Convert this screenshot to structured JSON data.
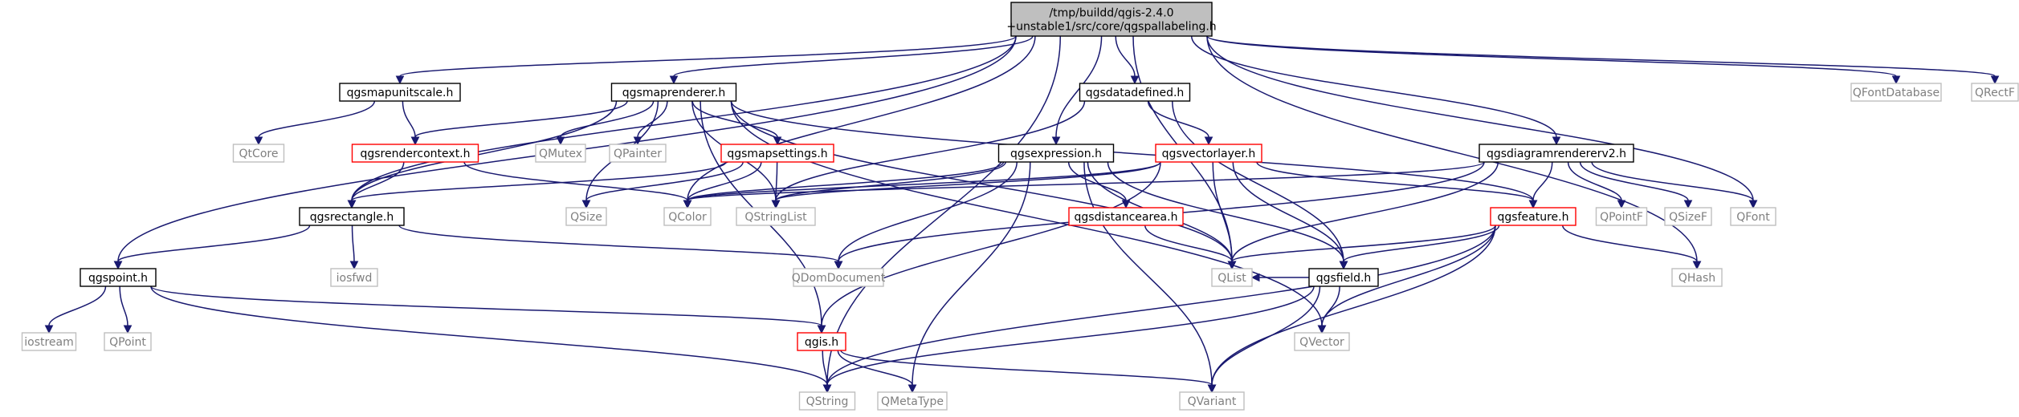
{
  "diagram": {
    "colors": {
      "edge": "#191970",
      "root_fill": "#bfbfbf",
      "documented_border": "#000000",
      "external_border": "#bfbfbf",
      "external_text": "#7f7f7f",
      "missing_border": "#ff0000"
    },
    "nodes": [
      {
        "id": "root",
        "lines": [
          "/tmp/buildd/qgis-2.4.0",
          "+unstable1/src/core/qgspallabeling.h"
        ],
        "kind": "root"
      },
      {
        "id": "qgsmapunitscale",
        "lines": [
          "qgsmapunitscale.h"
        ],
        "kind": "documented"
      },
      {
        "id": "qgsmaprenderer",
        "lines": [
          "qgsmaprenderer.h"
        ],
        "kind": "documented"
      },
      {
        "id": "qgsdatadefined",
        "lines": [
          "qgsdatadefined.h"
        ],
        "kind": "documented"
      },
      {
        "id": "qfontdatabase",
        "lines": [
          "QFontDatabase"
        ],
        "kind": "external"
      },
      {
        "id": "qrectf",
        "lines": [
          "QRectF"
        ],
        "kind": "external"
      },
      {
        "id": "qtcore",
        "lines": [
          "QtCore"
        ],
        "kind": "external"
      },
      {
        "id": "qgsrendercontext",
        "lines": [
          "qgsrendercontext.h"
        ],
        "kind": "missing"
      },
      {
        "id": "qmutex",
        "lines": [
          "QMutex"
        ],
        "kind": "external"
      },
      {
        "id": "qpainter",
        "lines": [
          "QPainter"
        ],
        "kind": "external"
      },
      {
        "id": "qgsmapsettings",
        "lines": [
          "qgsmapsettings.h"
        ],
        "kind": "missing"
      },
      {
        "id": "qgsexpression",
        "lines": [
          "qgsexpression.h"
        ],
        "kind": "documented"
      },
      {
        "id": "qgsvectorlayer",
        "lines": [
          "qgsvectorlayer.h"
        ],
        "kind": "missing"
      },
      {
        "id": "qgsdiagramrendererv2",
        "lines": [
          "qgsdiagramrendererv2.h"
        ],
        "kind": "documented"
      },
      {
        "id": "qgsrectangle",
        "lines": [
          "qgsrectangle.h"
        ],
        "kind": "documented"
      },
      {
        "id": "qsize",
        "lines": [
          "QSize"
        ],
        "kind": "external"
      },
      {
        "id": "qcolor",
        "lines": [
          "QColor"
        ],
        "kind": "external"
      },
      {
        "id": "qstringlist",
        "lines": [
          "QStringList"
        ],
        "kind": "external"
      },
      {
        "id": "qgsdistancearea",
        "lines": [
          "qgsdistancearea.h"
        ],
        "kind": "missing"
      },
      {
        "id": "qgsfeature",
        "lines": [
          "qgsfeature.h"
        ],
        "kind": "missing"
      },
      {
        "id": "qpointf",
        "lines": [
          "QPointF"
        ],
        "kind": "external"
      },
      {
        "id": "qsizef",
        "lines": [
          "QSizeF"
        ],
        "kind": "external"
      },
      {
        "id": "qfont",
        "lines": [
          "QFont"
        ],
        "kind": "external"
      },
      {
        "id": "qgspoint",
        "lines": [
          "qgspoint.h"
        ],
        "kind": "documented"
      },
      {
        "id": "iosfwd",
        "lines": [
          "iosfwd"
        ],
        "kind": "external"
      },
      {
        "id": "qdomdocument",
        "lines": [
          "QDomDocument"
        ],
        "kind": "external"
      },
      {
        "id": "qlist",
        "lines": [
          "QList"
        ],
        "kind": "external"
      },
      {
        "id": "qgsfield",
        "lines": [
          "qgsfield.h"
        ],
        "kind": "documented"
      },
      {
        "id": "qhash",
        "lines": [
          "QHash"
        ],
        "kind": "external"
      },
      {
        "id": "iostream",
        "lines": [
          "iostream"
        ],
        "kind": "external"
      },
      {
        "id": "qpoint",
        "lines": [
          "QPoint"
        ],
        "kind": "external"
      },
      {
        "id": "qgis",
        "lines": [
          "qgis.h"
        ],
        "kind": "missing"
      },
      {
        "id": "qvector",
        "lines": [
          "QVector"
        ],
        "kind": "external"
      },
      {
        "id": "qstring",
        "lines": [
          "QString"
        ],
        "kind": "external"
      },
      {
        "id": "qmetatype",
        "lines": [
          "QMetaType"
        ],
        "kind": "external"
      },
      {
        "id": "qvariant",
        "lines": [
          "QVariant"
        ],
        "kind": "external"
      }
    ],
    "edges": [
      [
        "root",
        "qgsmapunitscale"
      ],
      [
        "root",
        "qgsmaprenderer"
      ],
      [
        "root",
        "qgsdatadefined"
      ],
      [
        "root",
        "qfontdatabase"
      ],
      [
        "root",
        "qrectf"
      ],
      [
        "root",
        "qgsexpression"
      ],
      [
        "root",
        "qgsdiagramrendererv2"
      ],
      [
        "root",
        "qgsrectangle"
      ],
      [
        "root",
        "qgspoint"
      ],
      [
        "root",
        "qcolor"
      ],
      [
        "root",
        "qlist"
      ],
      [
        "root",
        "qfont"
      ],
      [
        "root",
        "qhash"
      ],
      [
        "root",
        "qstring"
      ],
      [
        "qgsmapunitscale",
        "qtcore"
      ],
      [
        "qgsmapunitscale",
        "qgsrendercontext"
      ],
      [
        "qgsmaprenderer",
        "qgsrendercontext"
      ],
      [
        "qgsmaprenderer",
        "qmutex"
      ],
      [
        "qgsmaprenderer",
        "qpainter"
      ],
      [
        "qgsmaprenderer",
        "qgsmapsettings"
      ],
      [
        "qgsmaprenderer",
        "qgsrectangle"
      ],
      [
        "qgsmaprenderer",
        "qsize"
      ],
      [
        "qgsmaprenderer",
        "qstringlist"
      ],
      [
        "qgsmaprenderer",
        "qgsfeature"
      ],
      [
        "qgsmaprenderer",
        "qgis"
      ],
      [
        "qgsmaprenderer",
        "qlist"
      ],
      [
        "qgsmaprenderer",
        "qvector"
      ],
      [
        "qgsdatadefined",
        "qgsvectorlayer"
      ],
      [
        "qgsdatadefined",
        "qstringlist"
      ],
      [
        "qgsdatadefined",
        "qgsfield"
      ],
      [
        "qgsrendercontext",
        "qgsrectangle"
      ],
      [
        "qgsrendercontext",
        "qcolor"
      ],
      [
        "qgsmapsettings",
        "qgsrectangle"
      ],
      [
        "qgsmapsettings",
        "qsize"
      ],
      [
        "qgsmapsettings",
        "qcolor"
      ],
      [
        "qgsmapsettings",
        "qstringlist"
      ],
      [
        "qgsexpression",
        "qgsdistancearea"
      ],
      [
        "qgsexpression",
        "qstringlist"
      ],
      [
        "qgsexpression",
        "qdomdocument"
      ],
      [
        "qgsexpression",
        "qgsfield"
      ],
      [
        "qgsexpression",
        "qcolor"
      ],
      [
        "qgsexpression",
        "qlist"
      ],
      [
        "qgsexpression",
        "qmetatype"
      ],
      [
        "qgsexpression",
        "qvariant"
      ],
      [
        "qgsvectorlayer",
        "qgsfeature"
      ],
      [
        "qgsvectorlayer",
        "qlist"
      ],
      [
        "qgsvectorlayer",
        "qgsfield"
      ],
      [
        "qgsvectorlayer",
        "qgis"
      ],
      [
        "qgsvectorlayer",
        "qcolor"
      ],
      [
        "qgsvectorlayer",
        "qstringlist"
      ],
      [
        "qgsdiagramrendererv2",
        "qgsfeature"
      ],
      [
        "qgsdiagramrendererv2",
        "qpointf"
      ],
      [
        "qgsdiagramrendererv2",
        "qsizef"
      ],
      [
        "qgsdiagramrendererv2",
        "qfont"
      ],
      [
        "qgsdiagramrendererv2",
        "qlist"
      ],
      [
        "qgsdiagramrendererv2",
        "qdomdocument"
      ],
      [
        "qgsdiagramrendererv2",
        "qcolor"
      ],
      [
        "qgsrectangle",
        "qgspoint"
      ],
      [
        "qgsrectangle",
        "iosfwd"
      ],
      [
        "qgsrectangle",
        "qdomdocument"
      ],
      [
        "qgsdistancearea",
        "qlist"
      ],
      [
        "qgsfeature",
        "qlist"
      ],
      [
        "qgsfeature",
        "qgsfield"
      ],
      [
        "qgsfeature",
        "qhash"
      ],
      [
        "qgsfeature",
        "qvector"
      ],
      [
        "qgsfeature",
        "qstring"
      ],
      [
        "qgsfeature",
        "qvariant"
      ],
      [
        "qgspoint",
        "iostream"
      ],
      [
        "qgspoint",
        "qpoint"
      ],
      [
        "qgspoint",
        "qgis"
      ],
      [
        "qgspoint",
        "qstring"
      ],
      [
        "qgsfield",
        "qlist"
      ],
      [
        "qgsfield",
        "qvector"
      ],
      [
        "qgsfield",
        "qstring"
      ],
      [
        "qgsfield",
        "qvariant"
      ],
      [
        "qgis",
        "qstring"
      ],
      [
        "qgis",
        "qmetatype"
      ],
      [
        "qgis",
        "qvariant"
      ]
    ]
  }
}
